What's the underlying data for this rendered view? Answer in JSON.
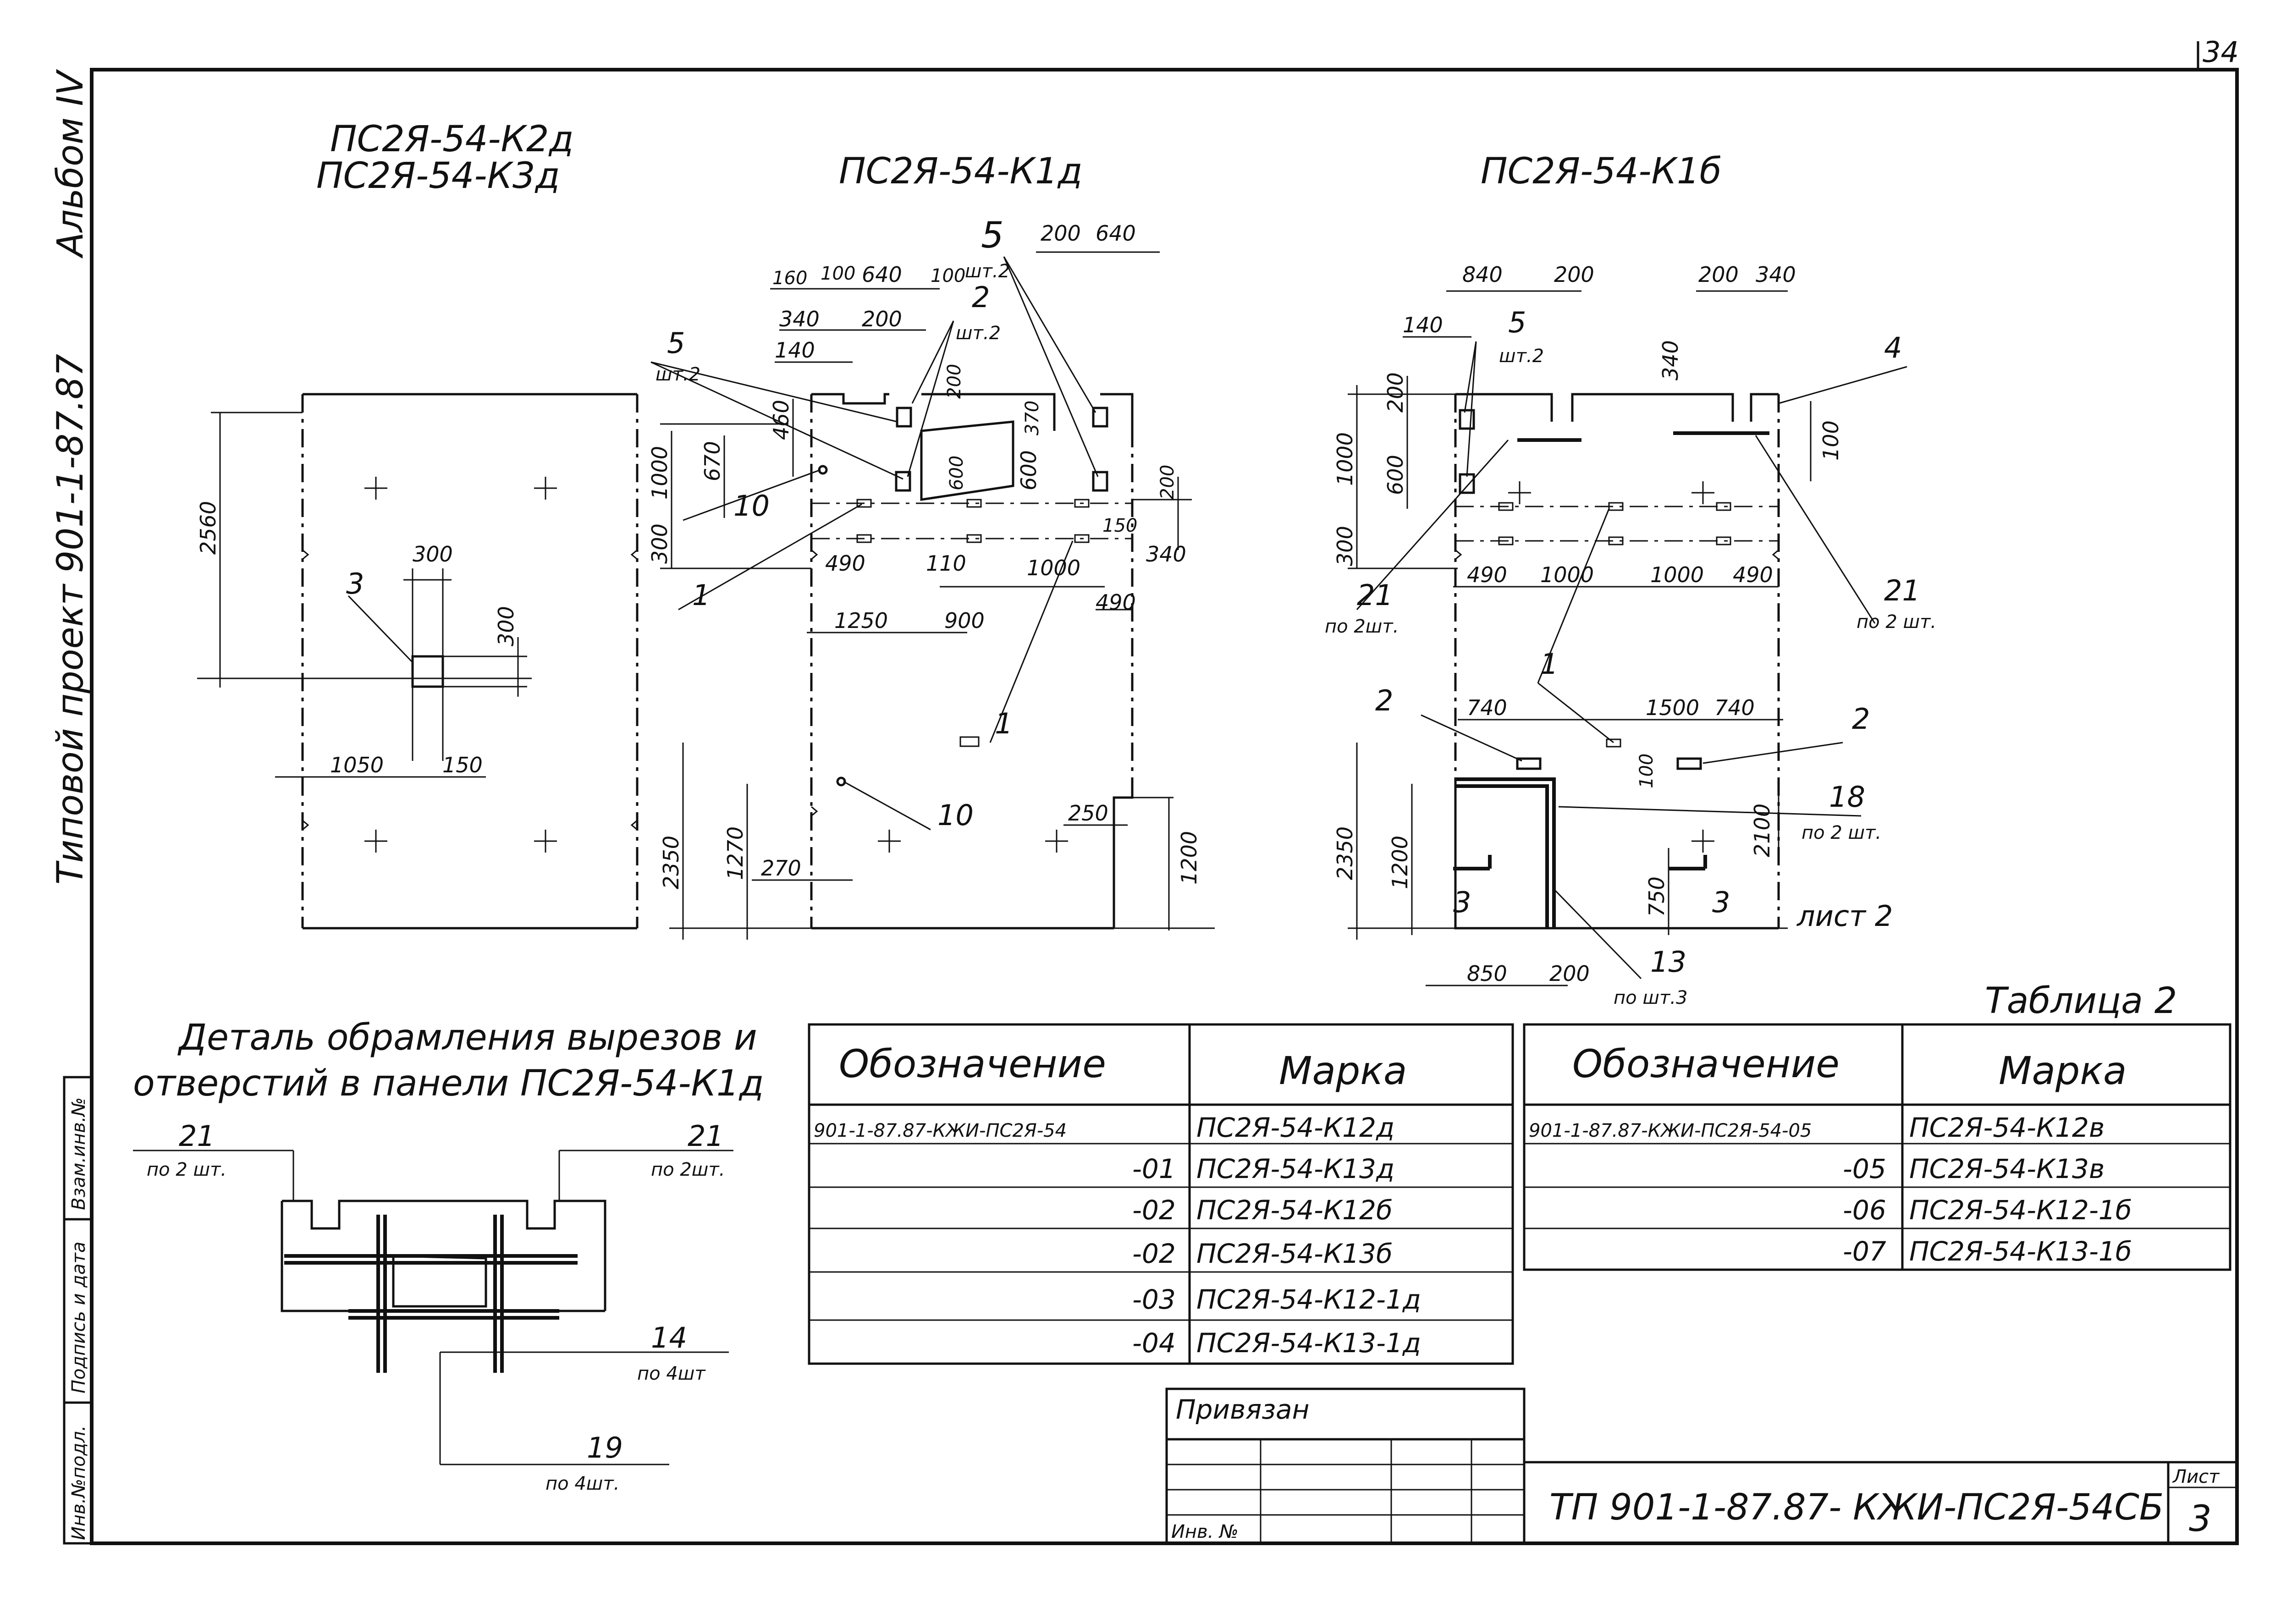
{
  "sheet": {
    "page_number": "34",
    "album": "Альбом IV",
    "project": "Типовой проект 901-1-87.87",
    "sheet_ref": "лист 2",
    "table_caption": "Таблица 2"
  },
  "side_stamp": {
    "cells": [
      "Инв.№подл.",
      "Подпись и дата",
      "Взам.инв.№"
    ]
  },
  "views": {
    "v1": {
      "title1": "ПС2Я-54-К2д",
      "title2": "ПС2Я-54-К3д",
      "dims": [
        "2560",
        "300",
        "300",
        "1050",
        "150"
      ],
      "callouts": [
        "3"
      ]
    },
    "v2": {
      "title": "ПС2Я-54-К1д",
      "dims_top": [
        "160",
        "100",
        "640",
        "100",
        "200",
        "640",
        "340",
        "200",
        "140"
      ],
      "dims_left": [
        "1000",
        "670",
        "460",
        "300"
      ],
      "dims_mid": [
        "200",
        "600",
        "600",
        "370",
        "200",
        "150",
        "340",
        "490",
        "110",
        "1000",
        "490",
        "1250",
        "900"
      ],
      "dims_bottom": [
        "2350",
        "1270",
        "270",
        "250",
        "1200"
      ],
      "callouts": [
        "5",
        "шт.2",
        "2",
        "шт.2",
        "5",
        "шт.2",
        "10",
        "1",
        "1",
        "10"
      ]
    },
    "v3": {
      "title": "ПС2Я-54-К1б",
      "dims_top": [
        "840",
        "200",
        "200",
        "340",
        "140",
        "340",
        "100"
      ],
      "dims_left": [
        "1000",
        "600",
        "200",
        "300"
      ],
      "dims_mid": [
        "490",
        "1000",
        "1000",
        "490",
        "740",
        "1500",
        "740",
        "100",
        "2100"
      ],
      "dims_bottom": [
        "2350",
        "1200",
        "750",
        "850",
        "200"
      ],
      "callouts": [
        "5",
        "шт.2",
        "4",
        "21",
        "по 2шт.",
        "21",
        "по 2 шт.",
        "1",
        "2",
        "2",
        "18",
        "по 2 шт.",
        "13",
        "по шт.3",
        "3",
        "3"
      ]
    },
    "detail": {
      "title1": "Деталь обрамления вырезов и",
      "title2": "отверстий в панели ПС2Я-54-К1д",
      "callouts": [
        "21",
        "по 2 шт.",
        "21",
        "по 2шт.",
        "14",
        "по 4шт",
        "19",
        "по 4шт."
      ]
    }
  },
  "table_left": {
    "headers": [
      "Обозначение",
      "Марка"
    ],
    "rows": [
      [
        "901-1-87.87-КЖИ-ПС2Я-54",
        "ПС2Я-54-К12д"
      ],
      [
        "-01",
        "ПС2Я-54-К13д"
      ],
      [
        "-02",
        "ПС2Я-54-К12б"
      ],
      [
        "-02",
        "ПС2Я-54-К13б"
      ],
      [
        "-03",
        "ПС2Я-54-К12-1д"
      ],
      [
        "-04",
        "ПС2Я-54-К13-1д"
      ]
    ]
  },
  "table_right": {
    "headers": [
      "Обозначение",
      "Марка"
    ],
    "rows": [
      [
        "901-1-87.87-КЖИ-ПС2Я-54-05",
        "ПС2Я-54-К12в"
      ],
      [
        "-05",
        "ПС2Я-54-К13в"
      ],
      [
        "-06",
        "ПС2Я-54-К12-1б"
      ],
      [
        "-07",
        "ПС2Я-54-К13-1б"
      ]
    ]
  },
  "title_block": {
    "bound_label": "Привязан",
    "inv_label": "Инв. №",
    "code": "ТП 901-1-87.87- КЖИ-ПС2Я-54СБ",
    "sheet_label": "Лист",
    "sheet_no": "3"
  }
}
